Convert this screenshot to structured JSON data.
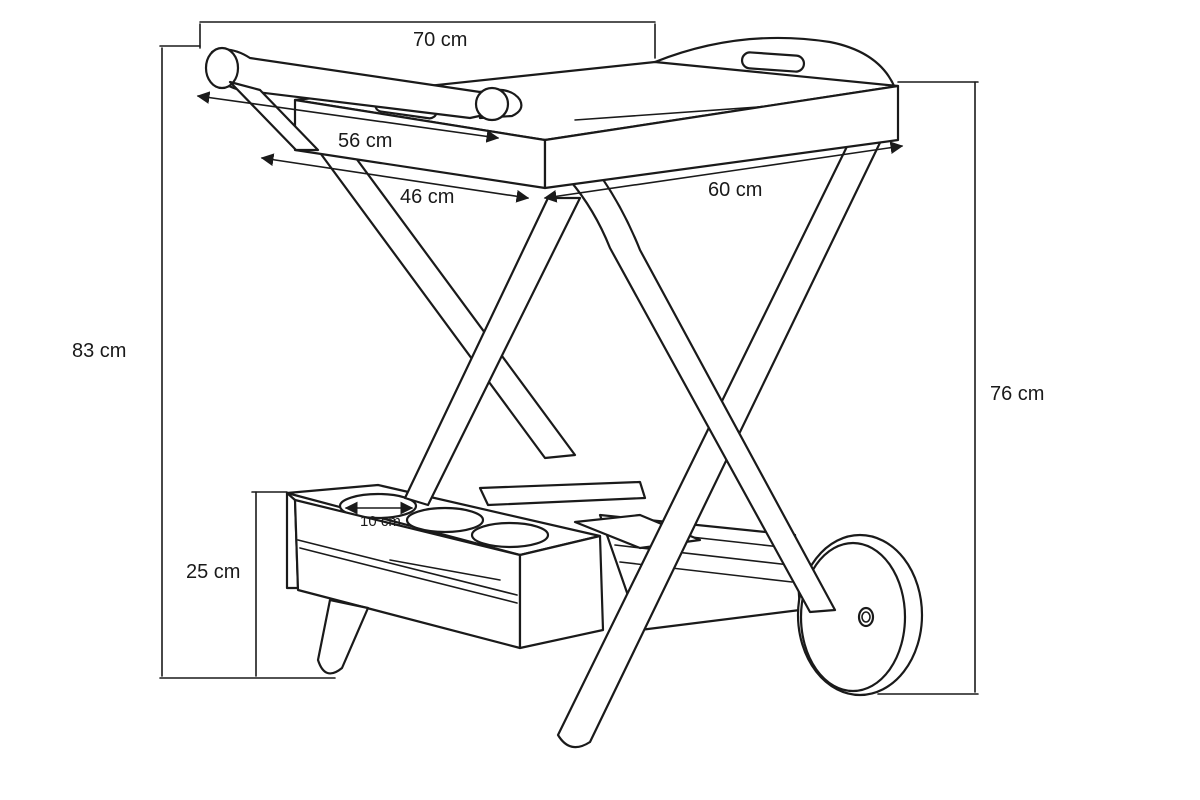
{
  "dimensions": {
    "top_width": "70 cm",
    "tray_width": "56 cm",
    "tray_depth": "46 cm",
    "frame_depth": "60 cm",
    "total_height": "83 cm",
    "tray_height": "76 cm",
    "basket_height": "25 cm",
    "bottle_hole": "10 cm"
  },
  "colors": {
    "line": "#1a1a1a",
    "background": "#ffffff"
  }
}
